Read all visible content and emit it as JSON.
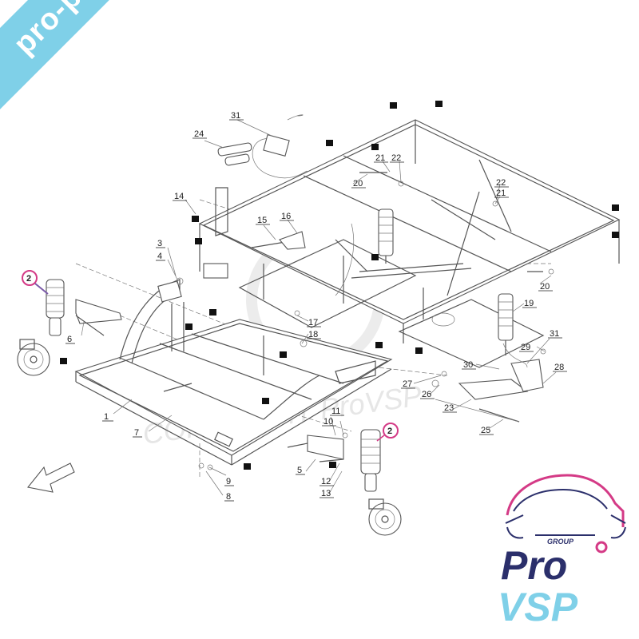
{
  "banner": {
    "text": "pro-piece-vsp.com"
  },
  "watermark": {
    "text": "COPYRIGHT ProVSP"
  },
  "logo": {
    "group": "GROUP",
    "line1": "Pro",
    "line2": "VSP",
    "color_navy": "#2b2f6b",
    "color_cyan": "#7fd0e8",
    "color_pink": "#d43a86"
  },
  "callouts": [
    {
      "id": "c1",
      "text": "1"
    },
    {
      "id": "c2a",
      "text": "2"
    },
    {
      "id": "c2b",
      "text": "2"
    },
    {
      "id": "c3",
      "text": "3"
    },
    {
      "id": "c4",
      "text": "4"
    },
    {
      "id": "c5",
      "text": "5"
    },
    {
      "id": "c6",
      "text": "6"
    },
    {
      "id": "c7",
      "text": "7"
    },
    {
      "id": "c8",
      "text": "8"
    },
    {
      "id": "c9",
      "text": "9"
    },
    {
      "id": "c10",
      "text": "10"
    },
    {
      "id": "c11",
      "text": "11"
    },
    {
      "id": "c12",
      "text": "12"
    },
    {
      "id": "c13",
      "text": "13"
    },
    {
      "id": "c14",
      "text": "14"
    },
    {
      "id": "c15",
      "text": "15"
    },
    {
      "id": "c16",
      "text": "16"
    },
    {
      "id": "c17",
      "text": "17"
    },
    {
      "id": "c18",
      "text": "18"
    },
    {
      "id": "c19",
      "text": "19"
    },
    {
      "id": "c20a",
      "text": "20"
    },
    {
      "id": "c20b",
      "text": "20"
    },
    {
      "id": "c21a",
      "text": "21"
    },
    {
      "id": "c21b",
      "text": "21"
    },
    {
      "id": "c22a",
      "text": "22"
    },
    {
      "id": "c22b",
      "text": "22"
    },
    {
      "id": "c23",
      "text": "23"
    },
    {
      "id": "c24",
      "text": "24"
    },
    {
      "id": "c25",
      "text": "25"
    },
    {
      "id": "c26",
      "text": "26"
    },
    {
      "id": "c27",
      "text": "27"
    },
    {
      "id": "c28",
      "text": "28"
    },
    {
      "id": "c29",
      "text": "29"
    },
    {
      "id": "c30",
      "text": "30"
    },
    {
      "id": "c31a",
      "text": "31"
    },
    {
      "id": "c31b",
      "text": "31"
    }
  ]
}
